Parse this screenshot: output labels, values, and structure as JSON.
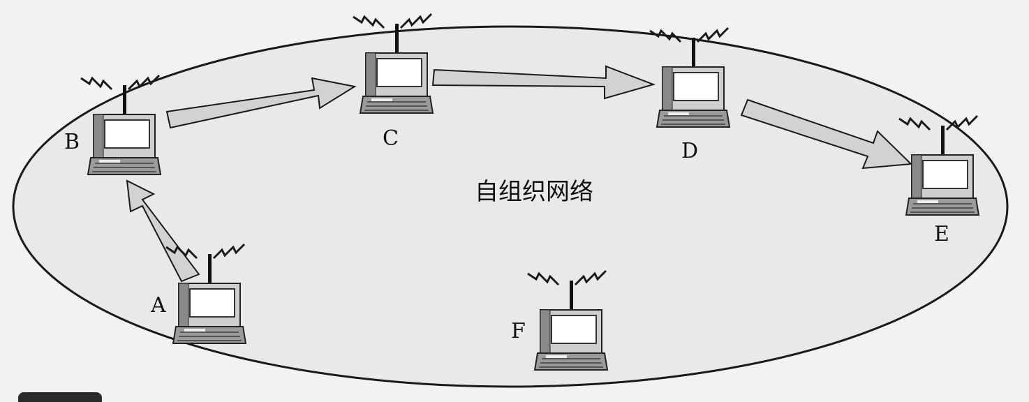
{
  "network": {
    "title": "自组织网络",
    "nodes": [
      {
        "id": "A",
        "label": "A"
      },
      {
        "id": "B",
        "label": "B"
      },
      {
        "id": "C",
        "label": "C"
      },
      {
        "id": "D",
        "label": "D"
      },
      {
        "id": "E",
        "label": "E"
      },
      {
        "id": "F",
        "label": "F"
      }
    ],
    "links": [
      {
        "from": "A",
        "to": "B"
      },
      {
        "from": "B",
        "to": "C"
      },
      {
        "from": "C",
        "to": "D"
      },
      {
        "from": "D",
        "to": "E"
      }
    ]
  },
  "colors": {
    "ellipse_fill": "#e9e9e9",
    "arrow_fill": "#d2d2d2",
    "outline": "#1a1a1a"
  },
  "icons": {
    "node": "laptop-antenna-icon"
  }
}
